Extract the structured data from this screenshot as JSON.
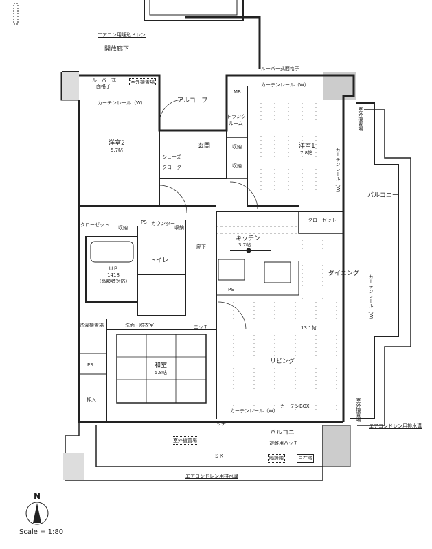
{
  "labels": {
    "drain_top": "エアコン用埋込ドレン",
    "open_corridor": "開放廊下",
    "louver_top": "ルーバー式面格子",
    "louver_left_1": "ルーバー式",
    "louver_left_2": "面格子",
    "outdoor_unit_top": "室外機置場",
    "curtain_rail_left": "カーテンレール（W）",
    "alcove": "アルコーブ",
    "mb": "MB",
    "curtain_rail_top": "カーテンレール（W）",
    "trunk_room_1": "トランク",
    "trunk_room_2": "ルーム",
    "outdoor_unit_right": "室外機置場",
    "western_room2": "洋室2",
    "western_room2_size": "5.7帖",
    "entrance": "玄関",
    "storage_a": "収納",
    "storage_b": "収納",
    "shoe_cloak_1": "シューズ",
    "shoe_cloak_2": "クローク",
    "western_room1": "洋室1",
    "western_room1_size": "7.8帖",
    "curtain_rail_vertical": "カーテンレール（W）",
    "balcony_right": "バルコニー",
    "closet_left": "クローゼット",
    "storage_c": "収納",
    "ps_1": "PS",
    "counter": "カウンター",
    "storage_d": "収納",
    "closet_right": "クローゼット",
    "kitchen": "キッチン",
    "kitchen_size": "3.7帖",
    "hallway": "廊下",
    "ub": "ＵＢ",
    "ub_size": "1418",
    "ub_note": "(高齢者対応)",
    "toilet": "トイレ",
    "dining": "ダイニング",
    "curtain_rail_dining": "カーテンレール（W）",
    "ps_2": "PS",
    "washer": "洗濯機置場",
    "washroom": "洗面・脱衣室",
    "niche": "ニッチ",
    "ldk_size": "13.1帖",
    "ps_3": "PS",
    "japanese_room": "和室",
    "japanese_room_size": "5.8帖",
    "living": "リビング",
    "closet_futon": "押入",
    "curtain_rail_bottom": "カーテンレール（W）",
    "curtain_box": "カーテンBOX",
    "niche_2": "ニッチ",
    "outdoor_unit_br": "室外機置場",
    "drain_right": "エアコンドレン用排水溝",
    "balcony_bottom": "バルコニー",
    "outdoor_unit_bottom": "室外機置場",
    "hatch": "避難用ハッチ",
    "hatch_a": "隔設階",
    "hatch_b": "自在階",
    "sk": "ＳＫ",
    "drain_bottom": "エアコンドレン用排水溝"
  },
  "compass": {
    "label": "N"
  },
  "scale": "Scale = 1:80"
}
